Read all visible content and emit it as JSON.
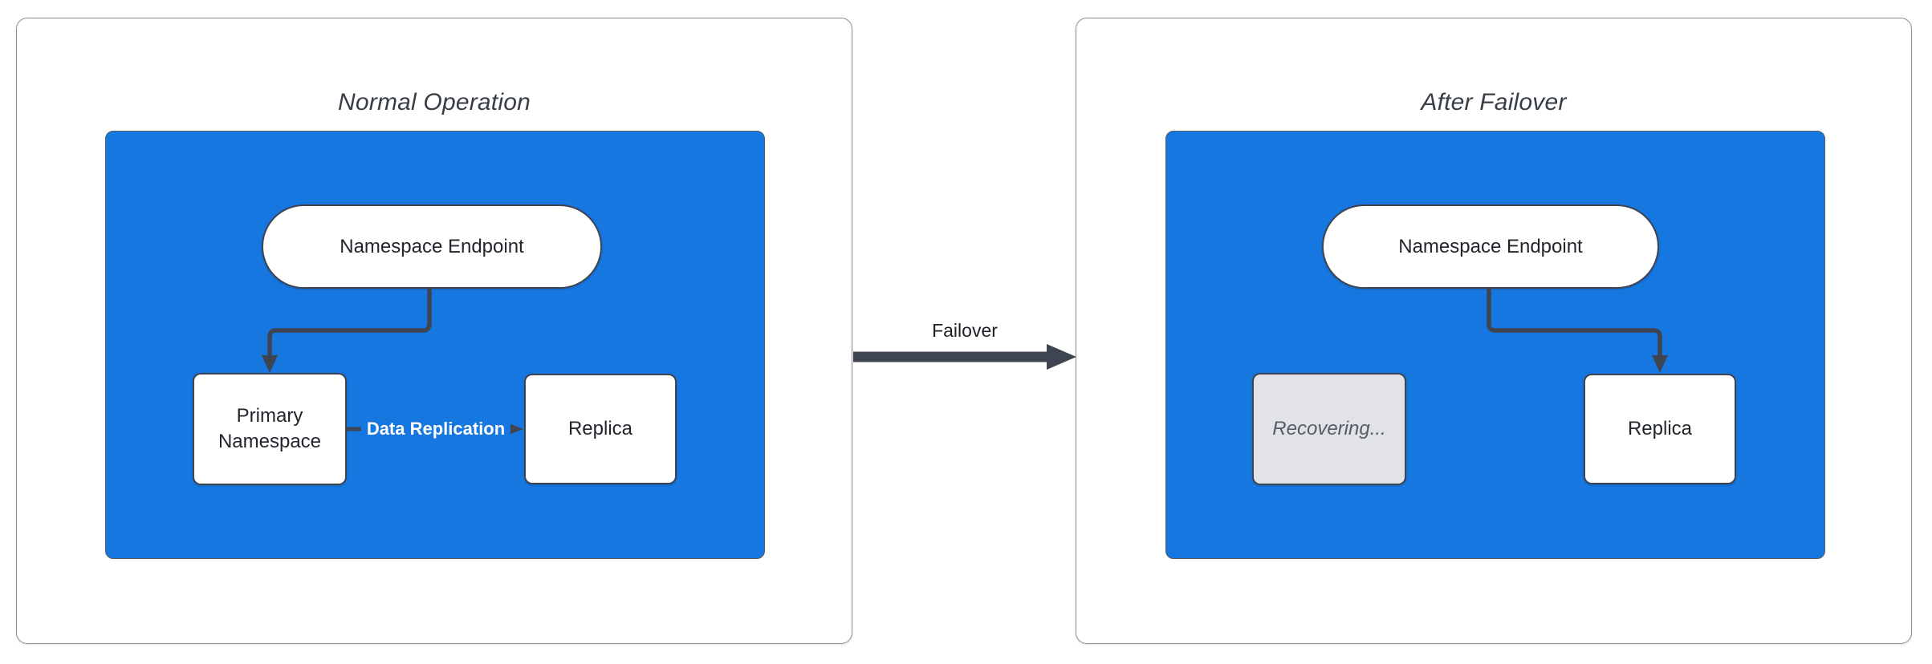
{
  "colors": {
    "blue": "#1677E0",
    "stroke": "#3E4450",
    "panel_border": "#8A8D92",
    "group_border": "#565C64",
    "node_text": "#21262D",
    "title_text": "#383E46",
    "recovering_fill": "#E1E3E7",
    "recovering_text": "#555C68",
    "edge_label_text": "#FFFFFF",
    "failover_text": "#1B1F24",
    "node_fill": "#FFFFFF",
    "canvas_bg": "#FFFFFF"
  },
  "panels": {
    "normal": {
      "title": "Normal Operation",
      "endpoint_label": "Namespace Endpoint",
      "primary_label": "Primary Namespace",
      "replica_label": "Replica",
      "edge_label": "Data Replication"
    },
    "after": {
      "title": "After Failover",
      "endpoint_label": "Namespace Endpoint",
      "recovering_label": "Recovering...",
      "replica_label": "Replica"
    }
  },
  "transition": {
    "label": "Failover"
  }
}
